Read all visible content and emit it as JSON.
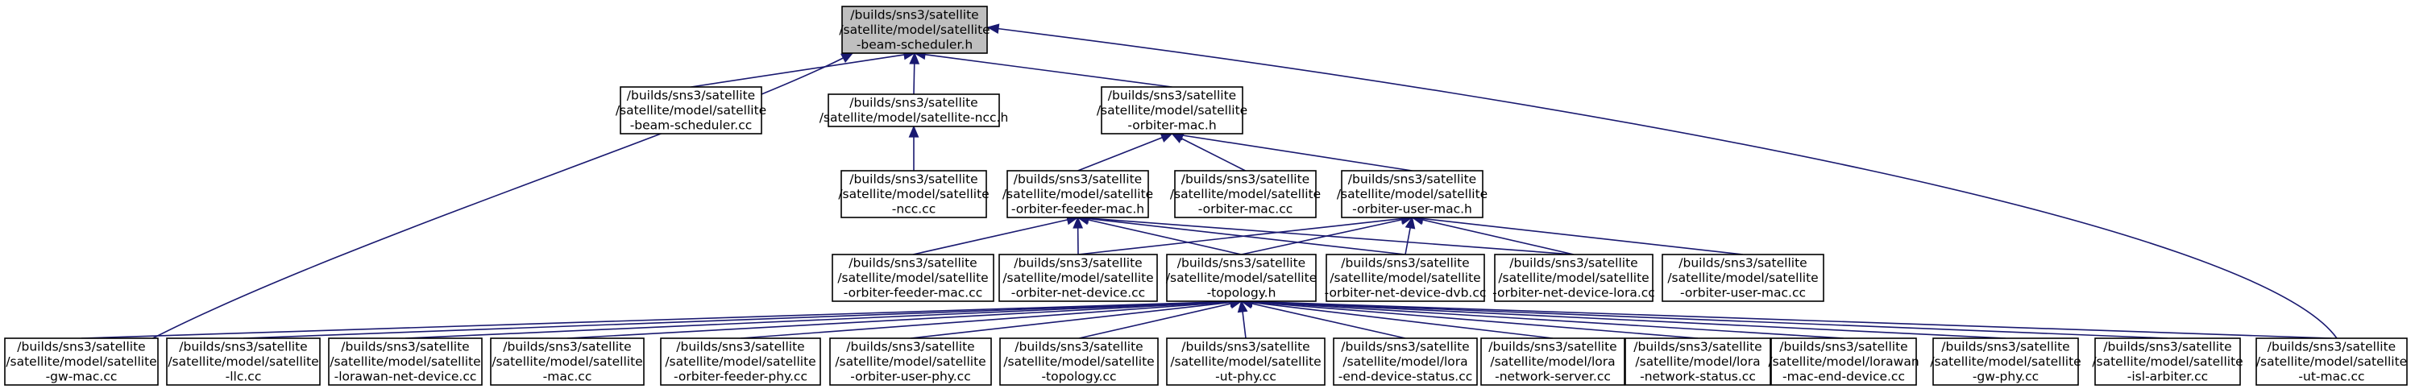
{
  "colors": {
    "edge": "#191970",
    "root_fill": "#bfbfbf",
    "node_fill": "#ffffff",
    "border": "#000000"
  },
  "nodes": [
    {
      "id": "n0",
      "root": true,
      "lines": [
        "/builds/sns3/satellite",
        "/satellite/model/satellite",
        "-beam-scheduler.h"
      ]
    },
    {
      "id": "n1",
      "lines": [
        "/builds/sns3/satellite",
        "/satellite/model/satellite",
        "-beam-scheduler.cc"
      ]
    },
    {
      "id": "n2",
      "lines": [
        "/builds/sns3/satellite",
        "/satellite/model/satellite-ncc.h"
      ]
    },
    {
      "id": "n3",
      "lines": [
        "/builds/sns3/satellite",
        "/satellite/model/satellite",
        "-orbiter-mac.h"
      ]
    },
    {
      "id": "n4",
      "lines": [
        "/builds/sns3/satellite",
        "/satellite/model/satellite",
        "-ncc.cc"
      ]
    },
    {
      "id": "n5",
      "lines": [
        "/builds/sns3/satellite",
        "/satellite/model/satellite",
        "-orbiter-feeder-mac.h"
      ]
    },
    {
      "id": "n6",
      "lines": [
        "/builds/sns3/satellite",
        "/satellite/model/satellite",
        "-orbiter-mac.cc"
      ]
    },
    {
      "id": "n7",
      "lines": [
        "/builds/sns3/satellite",
        "/satellite/model/satellite",
        "-orbiter-user-mac.h"
      ]
    },
    {
      "id": "n8",
      "lines": [
        "/builds/sns3/satellite",
        "/satellite/model/satellite",
        "-orbiter-feeder-mac.cc"
      ]
    },
    {
      "id": "n9",
      "lines": [
        "/builds/sns3/satellite",
        "/satellite/model/satellite",
        "-orbiter-net-device.cc"
      ]
    },
    {
      "id": "n10",
      "lines": [
        "/builds/sns3/satellite",
        "/satellite/model/satellite",
        "-topology.h"
      ]
    },
    {
      "id": "n11",
      "lines": [
        "/builds/sns3/satellite",
        "/satellite/model/satellite",
        "-orbiter-net-device-dvb.cc"
      ]
    },
    {
      "id": "n12",
      "lines": [
        "/builds/sns3/satellite",
        "/satellite/model/satellite",
        "-orbiter-net-device-lora.cc"
      ]
    },
    {
      "id": "n13",
      "lines": [
        "/builds/sns3/satellite",
        "/satellite/model/satellite",
        "-orbiter-user-mac.cc"
      ]
    },
    {
      "id": "n14",
      "lines": [
        "/builds/sns3/satellite",
        "/satellite/model/satellite",
        "-gw-mac.cc"
      ]
    },
    {
      "id": "n15",
      "lines": [
        "/builds/sns3/satellite",
        "/satellite/model/satellite",
        "-llc.cc"
      ]
    },
    {
      "id": "n16",
      "lines": [
        "/builds/sns3/satellite",
        "/satellite/model/satellite",
        "-lorawan-net-device.cc"
      ]
    },
    {
      "id": "n17",
      "lines": [
        "/builds/sns3/satellite",
        "/satellite/model/satellite",
        "-mac.cc"
      ]
    },
    {
      "id": "n18",
      "lines": [
        "/builds/sns3/satellite",
        "/satellite/model/satellite",
        "-orbiter-feeder-phy.cc"
      ]
    },
    {
      "id": "n19",
      "lines": [
        "/builds/sns3/satellite",
        "/satellite/model/satellite",
        "-orbiter-user-phy.cc"
      ]
    },
    {
      "id": "n20",
      "lines": [
        "/builds/sns3/satellite",
        "/satellite/model/satellite",
        "-topology.cc"
      ]
    },
    {
      "id": "n21",
      "lines": [
        "/builds/sns3/satellite",
        "/satellite/model/satellite",
        "-ut-phy.cc"
      ]
    },
    {
      "id": "n22",
      "lines": [
        "/builds/sns3/satellite",
        "/satellite/model/lora",
        "-end-device-status.cc"
      ]
    },
    {
      "id": "n23",
      "lines": [
        "/builds/sns3/satellite",
        "/satellite/model/lora",
        "-network-server.cc"
      ]
    },
    {
      "id": "n24",
      "lines": [
        "/builds/sns3/satellite",
        "/satellite/model/lora",
        "-network-status.cc"
      ]
    },
    {
      "id": "n25",
      "lines": [
        "/builds/sns3/satellite",
        "/satellite/model/lorawan",
        "-mac-end-device.cc"
      ]
    },
    {
      "id": "n26",
      "lines": [
        "/builds/sns3/satellite",
        "/satellite/model/satellite",
        "-gw-phy.cc"
      ]
    },
    {
      "id": "n27",
      "lines": [
        "/builds/sns3/satellite",
        "/satellite/model/satellite",
        "-isl-arbiter.cc"
      ]
    },
    {
      "id": "n28",
      "lines": [
        "/builds/sns3/satellite",
        "/satellite/model/satellite",
        "-ut-mac.cc"
      ]
    }
  ],
  "edges": [
    [
      "n1",
      "n0"
    ],
    [
      "n2",
      "n0"
    ],
    [
      "n3",
      "n0"
    ],
    [
      "n14",
      "n0"
    ],
    [
      "n28",
      "n0"
    ],
    [
      "n4",
      "n2"
    ],
    [
      "n5",
      "n3"
    ],
    [
      "n6",
      "n3"
    ],
    [
      "n7",
      "n3"
    ],
    [
      "n8",
      "n5"
    ],
    [
      "n9",
      "n5"
    ],
    [
      "n10",
      "n5"
    ],
    [
      "n11",
      "n5"
    ],
    [
      "n12",
      "n5"
    ],
    [
      "n9",
      "n7"
    ],
    [
      "n10",
      "n7"
    ],
    [
      "n11",
      "n7"
    ],
    [
      "n12",
      "n7"
    ],
    [
      "n13",
      "n7"
    ],
    [
      "n14",
      "n10"
    ],
    [
      "n15",
      "n10"
    ],
    [
      "n16",
      "n10"
    ],
    [
      "n17",
      "n10"
    ],
    [
      "n18",
      "n10"
    ],
    [
      "n19",
      "n10"
    ],
    [
      "n20",
      "n10"
    ],
    [
      "n21",
      "n10"
    ],
    [
      "n22",
      "n10"
    ],
    [
      "n23",
      "n10"
    ],
    [
      "n24",
      "n10"
    ],
    [
      "n25",
      "n10"
    ],
    [
      "n26",
      "n10"
    ],
    [
      "n27",
      "n10"
    ],
    [
      "n28",
      "n10"
    ]
  ]
}
